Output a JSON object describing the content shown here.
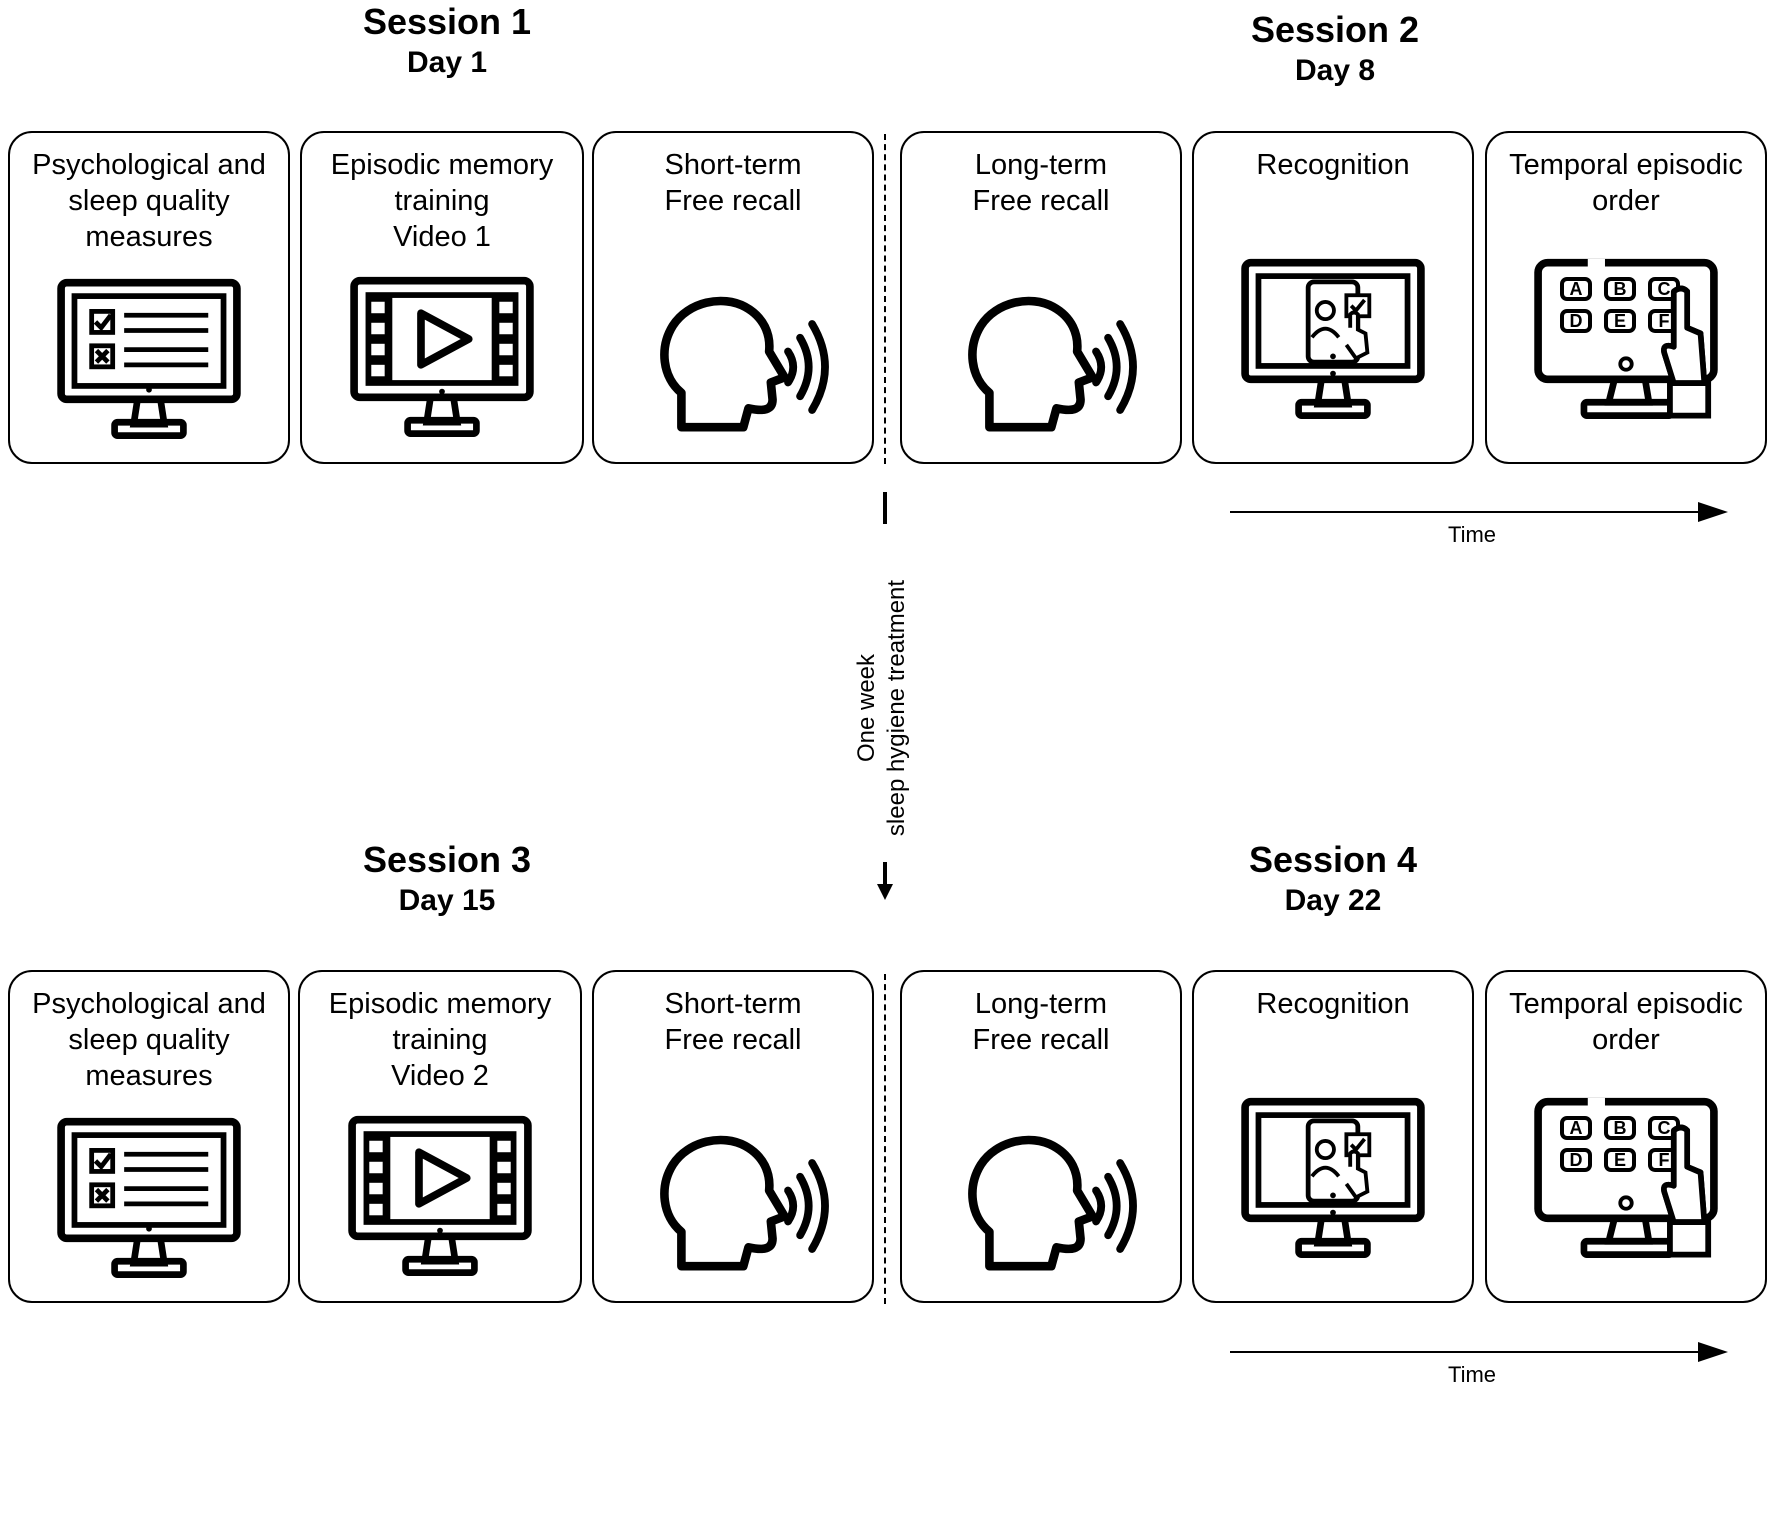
{
  "sessions": [
    {
      "title": "Session 1",
      "day": "Day 1",
      "cards": [
        {
          "lines": [
            "Psychological and",
            "sleep quality",
            "measures"
          ],
          "icon": "checklist-monitor-icon"
        },
        {
          "lines": [
            "Episodic memory",
            "training",
            "Video 1"
          ],
          "icon": "video-monitor-icon"
        },
        {
          "lines": [
            "Short-term",
            "Free recall"
          ],
          "icon": "speaking-head-icon"
        }
      ]
    },
    {
      "title": "Session 2",
      "day": "Day 8",
      "cards": [
        {
          "lines": [
            "Long-term",
            "Free recall"
          ],
          "icon": "speaking-head-icon"
        },
        {
          "lines": [
            "Recognition"
          ],
          "icon": "recognition-monitor-icon"
        },
        {
          "lines": [
            "Temporal episodic",
            "order"
          ],
          "icon": "abc-keypad-monitor-icon"
        }
      ],
      "time_label": "Time"
    },
    {
      "title": "Session 3",
      "day": "Day 15",
      "cards": [
        {
          "lines": [
            "Psychological and",
            "sleep quality",
            "measures"
          ],
          "icon": "checklist-monitor-icon"
        },
        {
          "lines": [
            "Episodic memory",
            "training",
            "Video 2"
          ],
          "icon": "video-monitor-icon"
        },
        {
          "lines": [
            "Short-term",
            "Free recall"
          ],
          "icon": "speaking-head-icon"
        }
      ]
    },
    {
      "title": "Session 4",
      "day": "Day 22",
      "cards": [
        {
          "lines": [
            "Long-term",
            "Free recall"
          ],
          "icon": "speaking-head-icon"
        },
        {
          "lines": [
            "Recognition"
          ],
          "icon": "recognition-monitor-icon"
        },
        {
          "lines": [
            "Temporal episodic",
            "order"
          ],
          "icon": "abc-keypad-monitor-icon"
        }
      ],
      "time_label": "Time"
    }
  ],
  "treatment": {
    "line1": "One week",
    "line2": "sleep hygiene treatment"
  },
  "keypad_letters": [
    "A",
    "B",
    "C",
    "D",
    "E",
    "F"
  ]
}
